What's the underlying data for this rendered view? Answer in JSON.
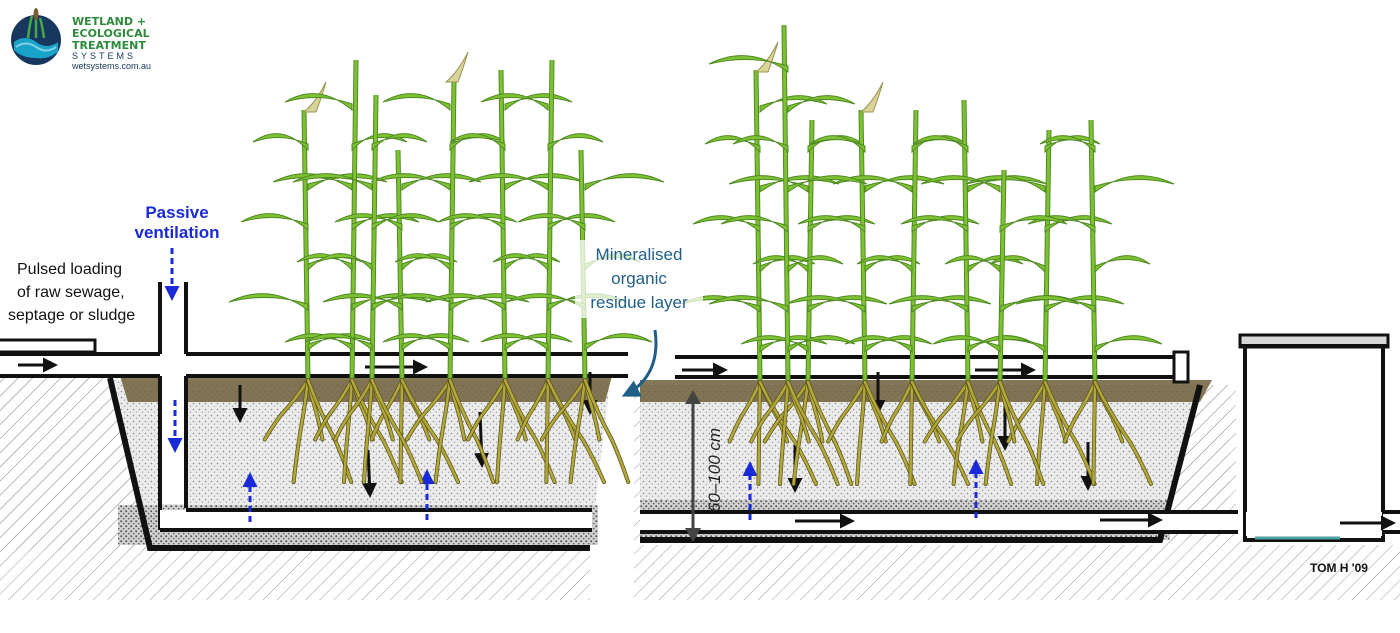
{
  "logo": {
    "line1": "WETLAND +",
    "line2": "ECOLOGICAL",
    "line3": "TREATMENT",
    "line4": "SYSTEMS",
    "website": "wetsystems.com.au"
  },
  "labels": {
    "passive_ventilation_1": "Passive",
    "passive_ventilation_2": "ventilation",
    "loading_1": "Pulsed loading",
    "loading_2": "of raw sewage,",
    "loading_3": "septage or sludge",
    "residue_1": "Mineralised",
    "residue_2": "organic",
    "residue_3": "residue layer",
    "depth": "60–100 cm",
    "signature": "TOM H '09"
  },
  "colors": {
    "ventilation_blue": "#1a2ad6",
    "annotation_teal": "#1f5f86",
    "plant_green": "#7ec234",
    "root_olive": "#b3a93a",
    "residue_brown": "#6f5f3a",
    "gravel": "#e6e6e6",
    "logo_green": "#2e8b3b",
    "logo_navy": "#17375e"
  }
}
